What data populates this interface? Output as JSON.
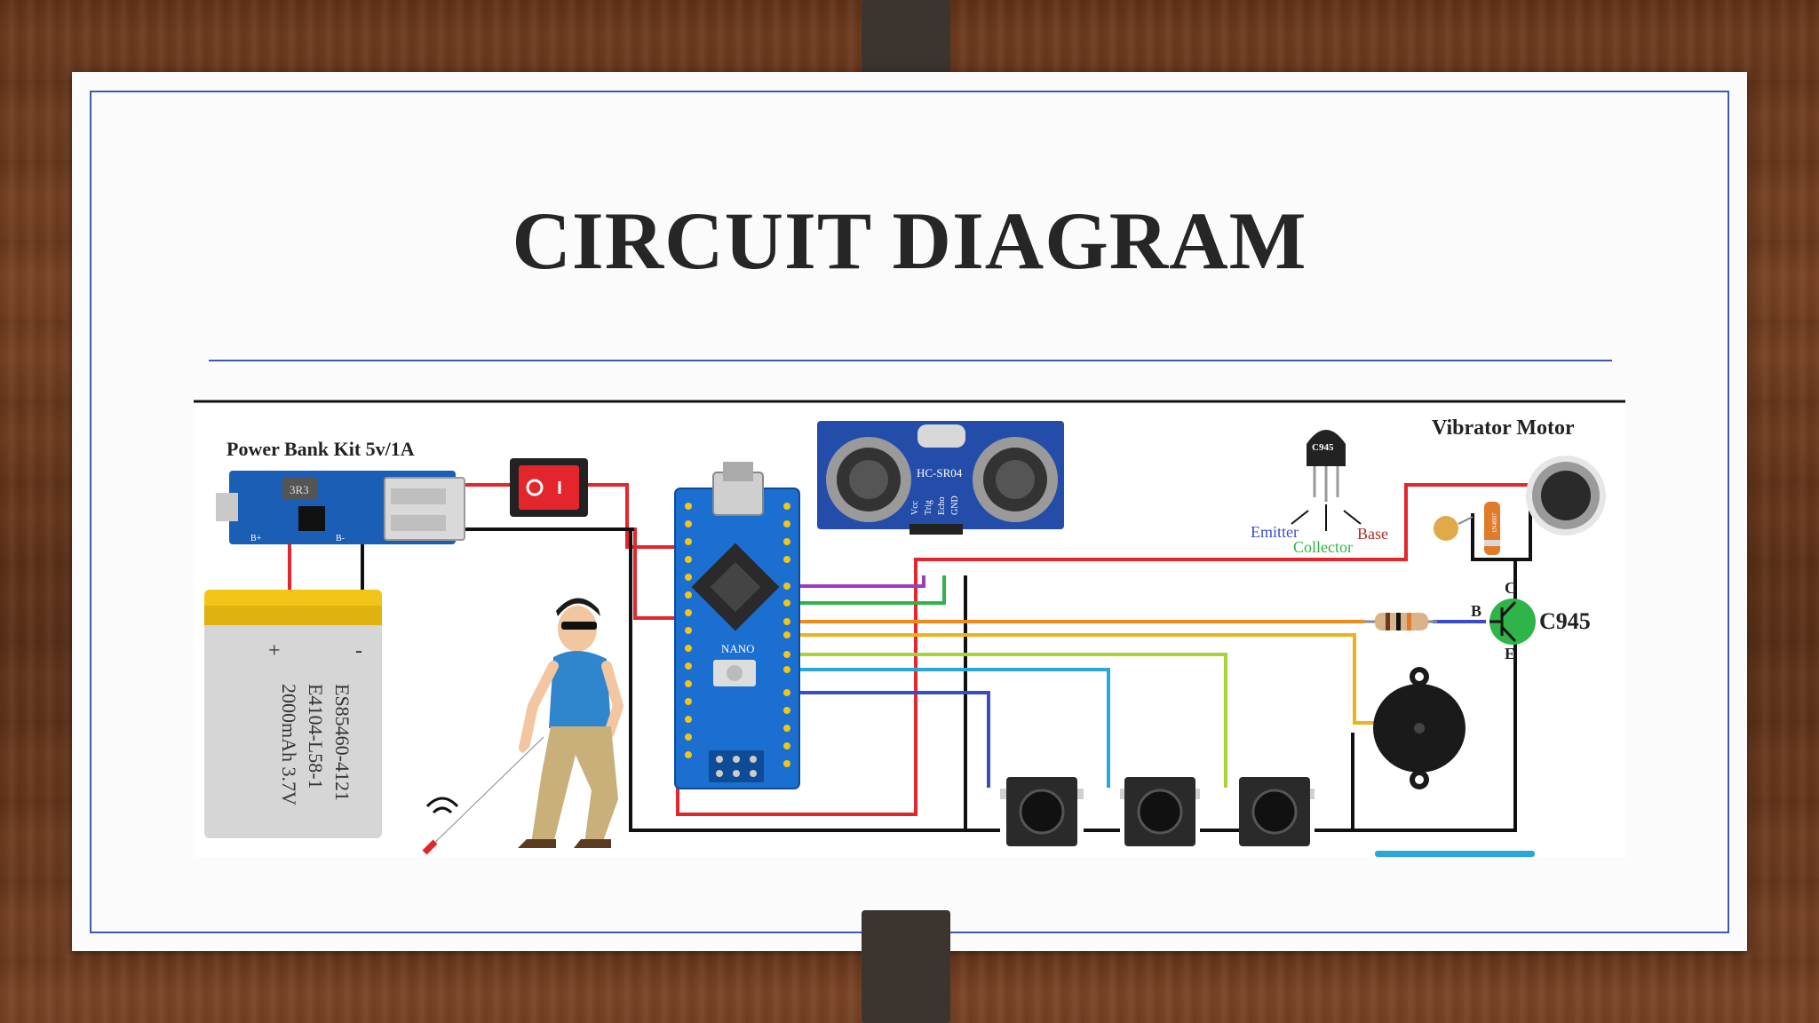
{
  "slide": {
    "title": "CIRCUIT DIAGRAM"
  },
  "diagram": {
    "power_bank_label": "Power Bank Kit 5v/1A",
    "power_bank_chip": "3R3",
    "power_bank_pin_plus": "B+",
    "power_bank_pin_minus": "B-",
    "battery_line1": "ES85460-4121",
    "battery_line2": "E4104-L58-1",
    "battery_line3": "2000mAh 3.7V",
    "battery_plus": "+",
    "battery_minus": "-",
    "nano_label": "NANO",
    "sensor_label": "HC-SR04",
    "sensor_pins": [
      "Vcc",
      "Trig",
      "Echo",
      "GND"
    ],
    "transistor_top_label": "C945",
    "emitter_label": "Emitter",
    "collector_label": "Collector",
    "base_label": "Base",
    "motor_label": "Vibrator Motor",
    "transistor_c": "C",
    "transistor_b": "B",
    "transistor_e": "E",
    "transistor_name": "C945",
    "resistor_code": "1N4007"
  },
  "colors": {
    "red_wire": "#e3262b",
    "black_wire": "#111111",
    "purple_wire": "#9b3dbd",
    "green_wire": "#2fb44a",
    "orange_wire": "#ef8a1c",
    "yellow_wire": "#f0b21c",
    "lime_wire": "#a8d23a",
    "cyan_wire": "#2aa6dd",
    "blue_wire": "#3a4ec4",
    "nano_board": "#1a6fd1",
    "sensor_board": "#234da8",
    "frame_blue": "#3f5aa8"
  }
}
